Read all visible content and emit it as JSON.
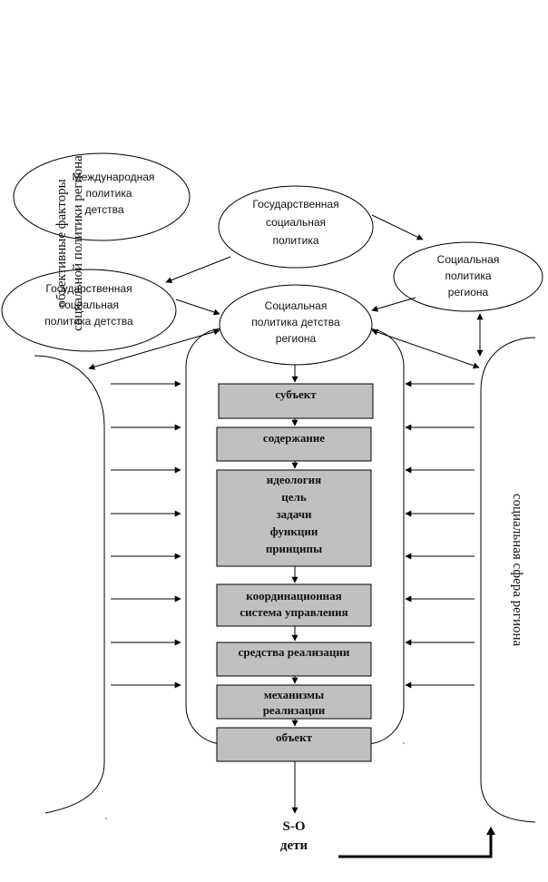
{
  "left_vertical_label": {
    "line1": "объективные факторы",
    "line2": "социальной политики региона"
  },
  "right_vertical_label": "социальная сфера региона",
  "ellipses": {
    "international": [
      "Международная",
      "политика",
      "детства"
    ],
    "state": [
      "Государственная",
      "социальная",
      "политика"
    ],
    "regional_social": [
      "Социальная",
      "политика",
      "региона"
    ],
    "state_childhood": [
      "Государственная",
      "социальная",
      "политика детства"
    ],
    "regional_childhood": [
      "Социальная",
      "политика детства",
      "региона"
    ]
  },
  "boxes": {
    "subject": [
      "субъект"
    ],
    "content": [
      "содержание"
    ],
    "ideology": [
      "идеология",
      "цель",
      "задачи",
      "функции",
      "принципы"
    ],
    "coordination": [
      "координационная",
      "система управления"
    ],
    "means": [
      "средства реализации"
    ],
    "mechanisms": [
      "механизмы",
      "реализации"
    ],
    "object": [
      "объект"
    ]
  },
  "output": {
    "line1": "S-O",
    "line2": "дети"
  }
}
